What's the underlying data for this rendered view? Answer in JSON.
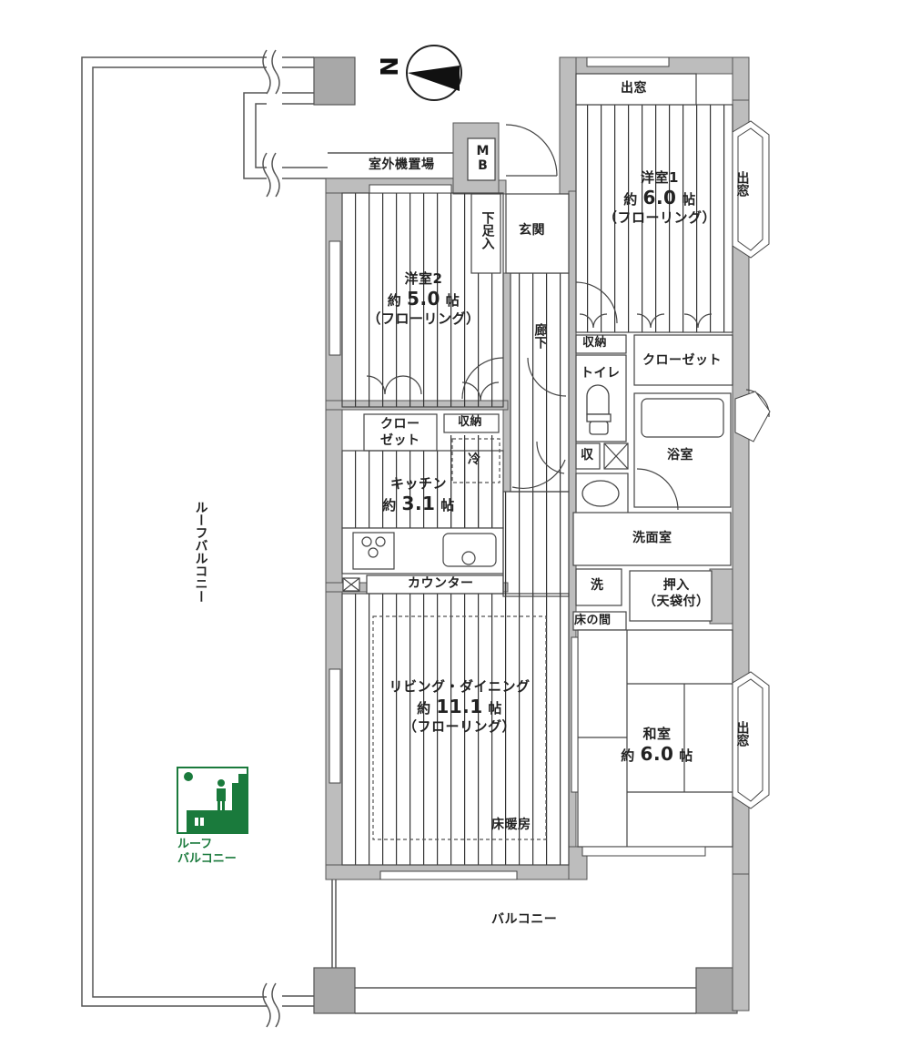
{
  "compass": {
    "label": "N",
    "icon": "north-arrow-icon"
  },
  "rooms": {
    "western1": {
      "name": "洋室1",
      "area_prefix": "約",
      "area_value": "6.0",
      "area_unit": "帖",
      "floor": "（フローリング）"
    },
    "western2": {
      "name": "洋室2",
      "area_prefix": "約",
      "area_value": "5.0",
      "area_unit": "帖",
      "floor": "（フローリング）"
    },
    "kitchen": {
      "name": "キッチン",
      "area_prefix": "約",
      "area_value": "3.1",
      "area_unit": "帖"
    },
    "living": {
      "name": "リビング・ダイニング",
      "area_prefix": "約",
      "area_value": "11.1",
      "area_unit": "帖",
      "floor": "（フローリング）",
      "heating": "床暖房"
    },
    "japanese": {
      "name": "和室",
      "area_prefix": "約",
      "area_value": "6.0",
      "area_unit": "帖"
    }
  },
  "labels": {
    "bay_window_top": "出窓",
    "bay_window_right1": "出窓",
    "bay_window_right2": "出窓",
    "outdoor_unit": "室外機置場",
    "meter_box": "MB",
    "shoe_box": "下足入",
    "entrance": "玄関",
    "corridor": "廊下",
    "storage1": "収納",
    "storage2": "収納",
    "closet_right": "クローゼット",
    "closet_left_l1": "クロー",
    "closet_left_l2": "ゼット",
    "toilet": "トイレ",
    "small_storage": "収",
    "bathroom": "浴室",
    "washroom": "洗面室",
    "washer": "洗",
    "oshiire_l1": "押入",
    "oshiire_l2": "（天袋付）",
    "tokonoma": "床の間",
    "fridge": "冷",
    "counter": "カウンター",
    "roof_balcony": "ルーフバルコニー",
    "balcony": "バルコニー"
  },
  "legend": {
    "icon": "roof-balcony-icon",
    "line1": "ルーフ",
    "line2": "バルコニー",
    "color": "#1a7a3c"
  },
  "colors": {
    "wall": "#b8b8b8",
    "line": "#444444",
    "accent_green": "#1a7a3c"
  }
}
